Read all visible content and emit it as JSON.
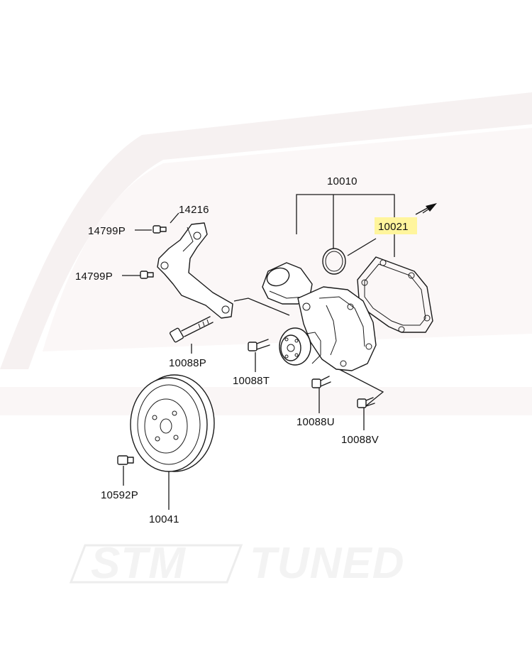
{
  "diagram": {
    "highlight_color": "#fff59d",
    "callouts": {
      "water_pump_assembly": "10010",
      "gasket": "10021",
      "bracket": "14216",
      "bracket_bolt_upper": "14799P",
      "bracket_bolt_lower": "14799P",
      "pump_bolt_long": "10088P",
      "pump_bolt_t": "10088T",
      "pump_bolt_u": "10088U",
      "pump_bolt_v": "10088V",
      "pulley_bolt": "10592P",
      "pulley": "10041"
    }
  },
  "watermark": {
    "brand_left": "STM",
    "brand_right": "TUNED"
  }
}
